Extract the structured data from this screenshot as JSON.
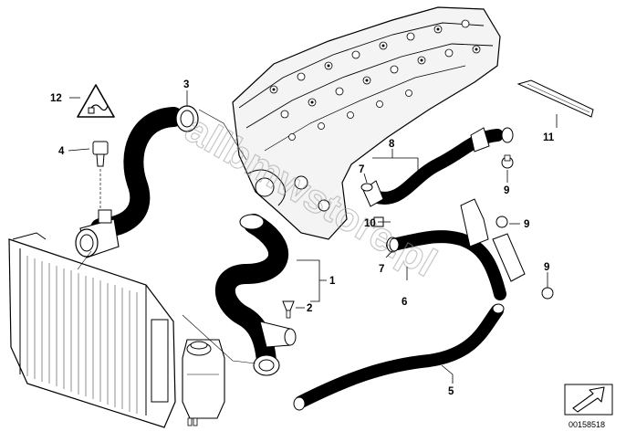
{
  "callouts": {
    "c1": "1",
    "c2": "2",
    "c3": "3",
    "c4": "4",
    "c5": "5",
    "c6": "6",
    "c7a": "7",
    "c7b": "7",
    "c8": "8",
    "c9a": "9",
    "c9b": "9",
    "c9c": "9",
    "c10": "10",
    "c11": "11",
    "c12": "12"
  },
  "watermark": "allbmwstore.pl",
  "reference_number": "00158518",
  "icons": {
    "warning": "hot-coolant-warning-icon",
    "orientation": "direction-arrow-icon"
  },
  "colors": {
    "line": "#000000",
    "hose_fill": "#ffffff",
    "engine_fill": "#f4f4f4",
    "watermark": "#9a9a9a"
  }
}
